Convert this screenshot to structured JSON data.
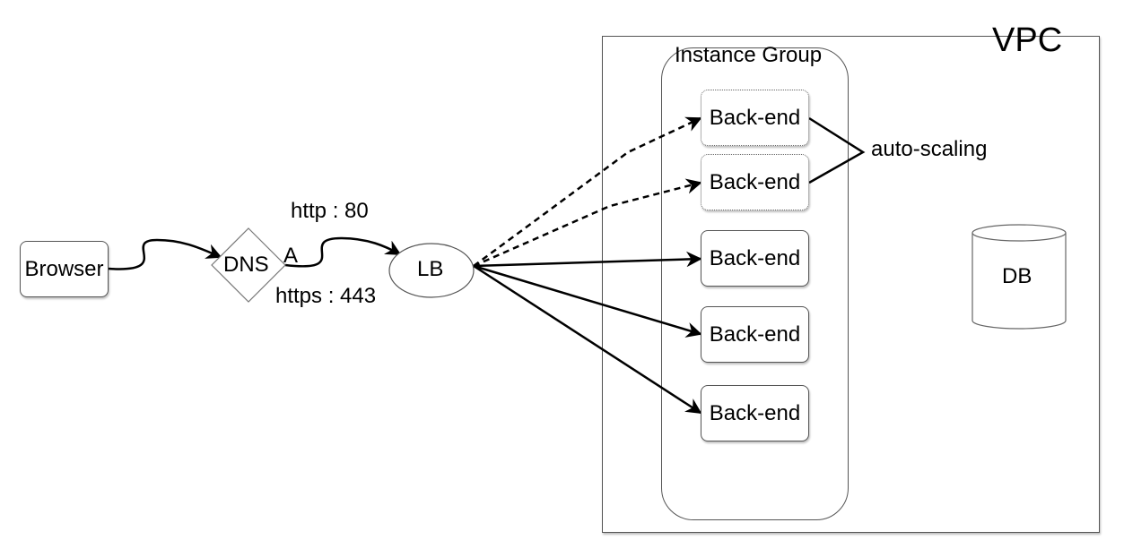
{
  "vpc": {
    "label": "VPC"
  },
  "instance_group": {
    "label": "Instance Group"
  },
  "nodes": {
    "browser": "Browser",
    "dns": "DNS",
    "lb": "LB",
    "db": "DB",
    "backends": [
      "Back-end",
      "Back-end",
      "Back-end",
      "Back-end",
      "Back-end"
    ]
  },
  "edge_labels": {
    "dns_record": "A",
    "http": "http : 80",
    "https": "https : 443",
    "autoscaling": "auto-scaling"
  },
  "colors": {
    "stroke": "#000000",
    "border": "#555555",
    "background": "#ffffff"
  }
}
